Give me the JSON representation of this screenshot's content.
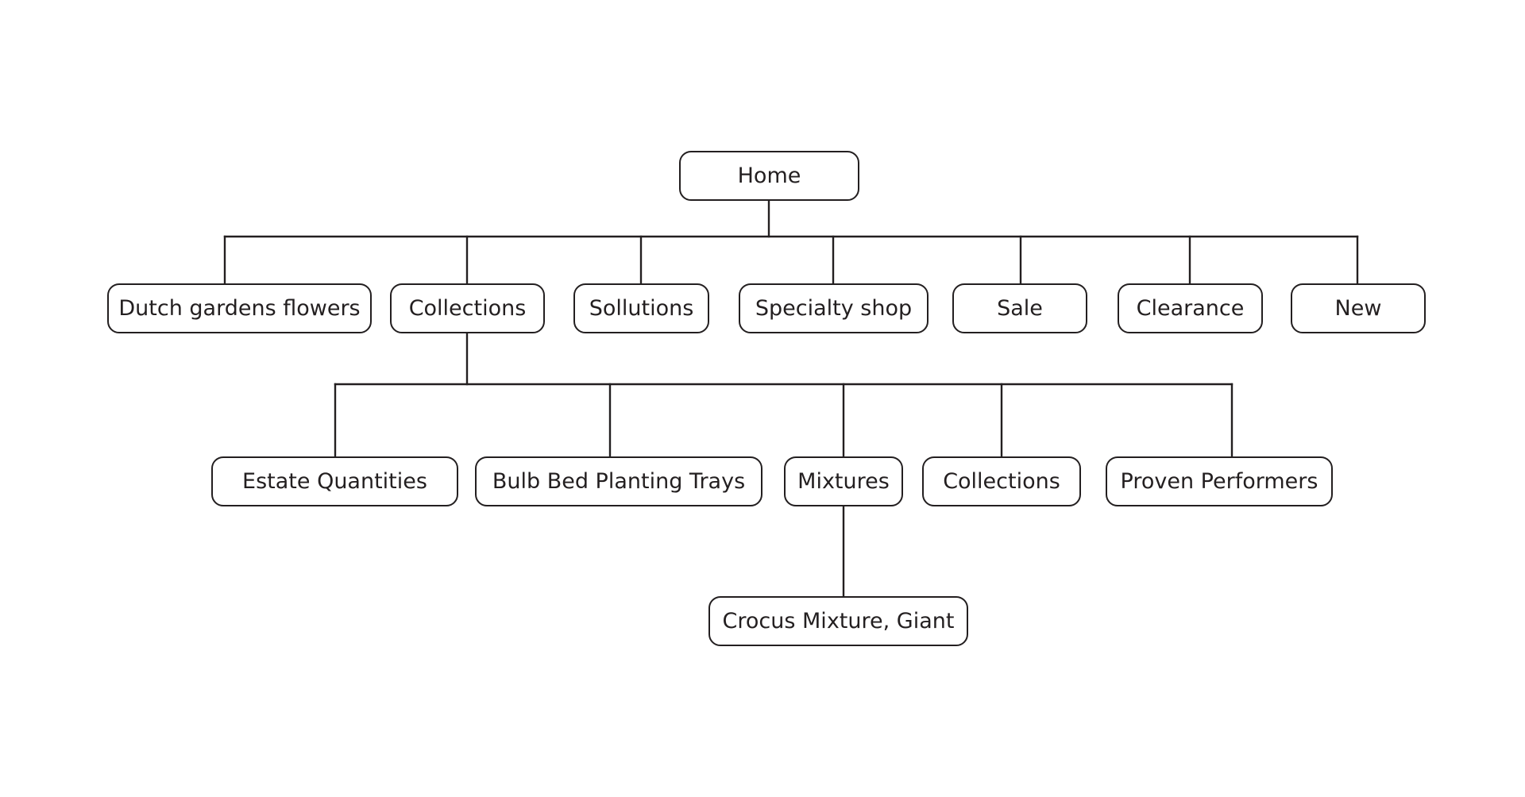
{
  "sitemap": {
    "root": {
      "label": "Home"
    },
    "level1": [
      {
        "label": "Dutch gardens flowers"
      },
      {
        "label": "Collections"
      },
      {
        "label": "Sollutions"
      },
      {
        "label": "Specialty shop"
      },
      {
        "label": "Sale"
      },
      {
        "label": "Clearance"
      },
      {
        "label": "New"
      }
    ],
    "level2": [
      {
        "label": "Estate Quantities"
      },
      {
        "label": "Bulb Bed Planting Trays"
      },
      {
        "label": "Mixtures"
      },
      {
        "label": "Collections"
      },
      {
        "label": "Proven Performers"
      }
    ],
    "level3": [
      {
        "label": "Crocus Mixture, Giant"
      }
    ]
  }
}
